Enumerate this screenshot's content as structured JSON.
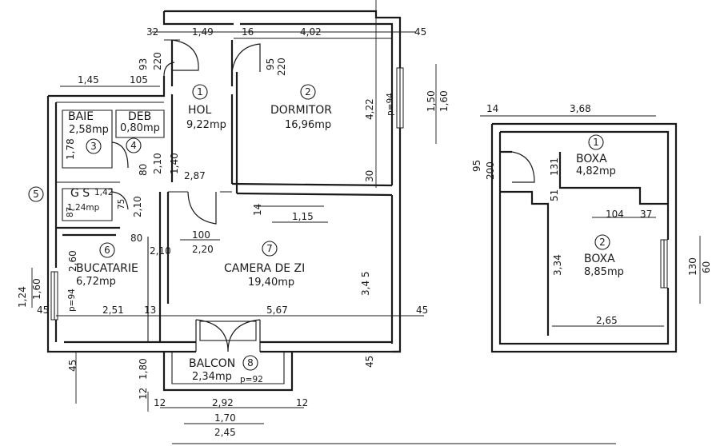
{
  "rooms": [
    {
      "num": "1",
      "name": "HOL",
      "area": "9,22mp"
    },
    {
      "num": "2",
      "name": "DORMITOR",
      "area": "16,96mp"
    },
    {
      "num": "3",
      "name": "BAIE",
      "area": "2,58mp"
    },
    {
      "num": "4",
      "name": "DEB",
      "area": "0,80mp"
    },
    {
      "num": "5",
      "name": "G S",
      "area": "1,24mp"
    },
    {
      "num": "6",
      "name": "BUCATARIE",
      "area": "6,72mp"
    },
    {
      "num": "7",
      "name": "CAMERA DE ZI",
      "area": "19,40mp"
    },
    {
      "num": "8",
      "name": "BALCON",
      "area": "2,34mp"
    }
  ],
  "storage": [
    {
      "num": "1",
      "name": "BOXA",
      "area": "4,82mp"
    },
    {
      "num": "2",
      "name": "BOXA",
      "area": "8,85mp"
    }
  ],
  "dims": {
    "top_32": "32",
    "top_149": "1,49",
    "top_16": "16",
    "top_402": "4,02",
    "top_45": "45",
    "d93": "93",
    "d220": "220",
    "d95": "95",
    "d220b": "220",
    "d145": "1,45",
    "d105": "105",
    "d422": "4,22",
    "p94": "p=94",
    "d150": "1,50",
    "d160": "1,60",
    "d178": "1,78",
    "d80": "80",
    "d140": "1,40",
    "d210": "2,10",
    "d287": "2,87",
    "d30": "30",
    "d142": "1,42",
    "d87": "87",
    "d210b": "2,10",
    "d75": "75",
    "d14": "14",
    "d115": "1,15",
    "d80b": "80",
    "d100": "100",
    "d210c": "2,10",
    "d220c": "2,20",
    "d260": "2,60",
    "d345": "3,4 5",
    "d124": "1,24",
    "d160b": "1,60",
    "p94b": "p=94",
    "d45a": "45",
    "d251": "2,51",
    "d13": "13",
    "d567": "5,67",
    "d45b": "45",
    "d45c": "45",
    "d45d": "45",
    "d180": "1,80",
    "p92": "p=92",
    "d12a": "12",
    "d12b": "12",
    "d292": "2,92",
    "d12c": "12",
    "d170": "1,70",
    "d245": "2,45",
    "b14": "14",
    "b368": "3,68",
    "b95": "95",
    "b200": "200",
    "b131": "131",
    "b51": "51",
    "b104": "104",
    "b37": "37",
    "b334": "3,34",
    "b265": "2,65",
    "b130": "130",
    "b60": "60"
  }
}
